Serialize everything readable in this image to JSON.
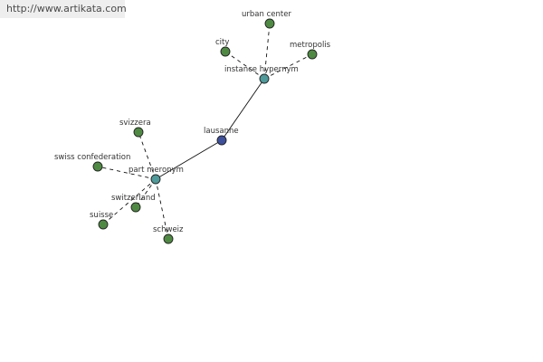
{
  "banner": {
    "url": "http://www.artikata.com"
  },
  "colors": {
    "word_node": "#4f8a43",
    "relation_node": "#4f9a9a",
    "center_node": "#3e4f9c"
  },
  "graph": {
    "nodes": [
      {
        "id": "lausanne",
        "label": "lausanne",
        "kind": "center"
      },
      {
        "id": "instance-hypernym",
        "label": "instance hypernym",
        "kind": "relation"
      },
      {
        "id": "part-meronym",
        "label": "part meronym",
        "kind": "relation"
      },
      {
        "id": "urban-center",
        "label": "urban center",
        "kind": "word"
      },
      {
        "id": "city",
        "label": "city",
        "kind": "word"
      },
      {
        "id": "metropolis",
        "label": "metropolis",
        "kind": "word"
      },
      {
        "id": "svizzera",
        "label": "svizzera",
        "kind": "word"
      },
      {
        "id": "swiss-confederation",
        "label": "swiss confederation",
        "kind": "word"
      },
      {
        "id": "switzerland",
        "label": "switzerland",
        "kind": "word"
      },
      {
        "id": "suisse",
        "label": "suisse",
        "kind": "word"
      },
      {
        "id": "schweiz",
        "label": "schweiz",
        "kind": "word"
      }
    ],
    "edges": [
      {
        "from": "lausanne",
        "to": "instance-hypernym",
        "style": "solid"
      },
      {
        "from": "lausanne",
        "to": "part-meronym",
        "style": "solid"
      },
      {
        "from": "instance-hypernym",
        "to": "urban-center",
        "style": "dashed"
      },
      {
        "from": "instance-hypernym",
        "to": "city",
        "style": "dashed"
      },
      {
        "from": "instance-hypernym",
        "to": "metropolis",
        "style": "dashed"
      },
      {
        "from": "part-meronym",
        "to": "svizzera",
        "style": "dashed"
      },
      {
        "from": "part-meronym",
        "to": "swiss-confederation",
        "style": "dashed"
      },
      {
        "from": "part-meronym",
        "to": "switzerland",
        "style": "dashed"
      },
      {
        "from": "part-meronym",
        "to": "suisse",
        "style": "dashed"
      },
      {
        "from": "part-meronym",
        "to": "schweiz",
        "style": "dashed"
      }
    ]
  }
}
